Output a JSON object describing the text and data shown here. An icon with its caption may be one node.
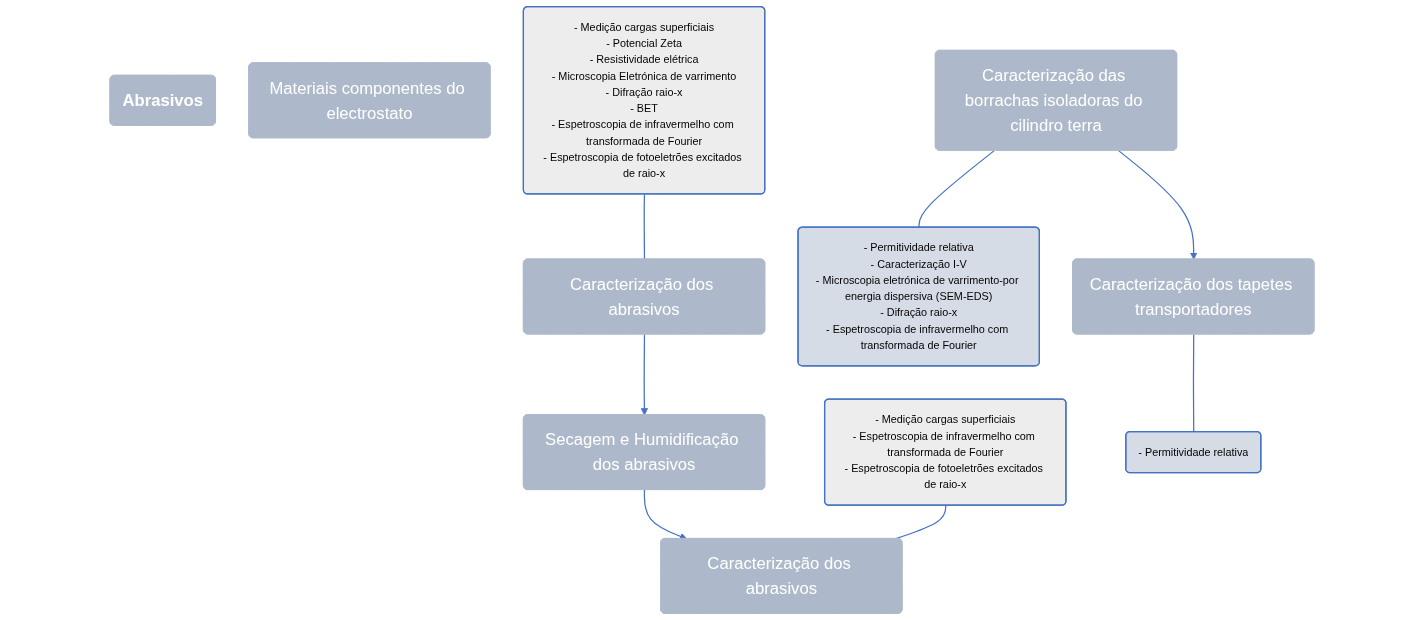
{
  "diagram": {
    "nodes": [
      {
        "text": [
          "Abrasivos"
        ]
      },
      {
        "text": [
          "Materiais componentes do electrostato"
        ]
      },
      {
        "text": [
          "- Medição cargas superficiais",
          "- Potencial Zeta",
          "- Resistividade elétrica",
          "- Microscopia Eletrónica de varrimento",
          "- Difração raio-x",
          "- BET",
          "- Espetroscopia de infravermelho com transformada de Fourier",
          "- Espetroscopia de fotoeletrões excitados de raio-x"
        ]
      },
      {
        "text": [
          "Caracterização dos abrasivos"
        ]
      },
      {
        "text": [
          "Caracterização das borrachas isoladoras do cilindro terra"
        ]
      },
      {
        "text": [
          "- Permitividade relativa",
          "- Caracterização I-V",
          "- Microscopia eletrónica de varrimento-por energia dispersiva (SEM-EDS)",
          "- Difração raio-x",
          "- Espetroscopia de infravermelho com transformada de Fourier"
        ]
      },
      {
        "text": [
          "Secagem e Humidificação dos abrasivos"
        ]
      },
      {
        "text": [
          "Caracterização dos tapetes transportadores"
        ]
      },
      {
        "text": [
          "- Medição cargas superficiais",
          "- Espetroscopia de infravermelho com transformada de Fourier",
          "- Espetroscopia de fotoeletrões excitados de raio-x"
        ]
      },
      {
        "text": [
          "Caracterização dos abrasivos"
        ]
      },
      {
        "text": [
          "- Permitividade relativa"
        ]
      }
    ],
    "edges": [
      {
        "from": 2,
        "to": 3,
        "arrow": "none"
      },
      {
        "from": 3,
        "to": 6,
        "arrow": "to"
      },
      {
        "from": 6,
        "to": 9,
        "arrow": "to"
      },
      {
        "from": 8,
        "to": 9,
        "arrow": "none"
      },
      {
        "from": 4,
        "to": 5,
        "arrow": "none"
      },
      {
        "from": 4,
        "to": 7,
        "arrow": "to"
      },
      {
        "from": 7,
        "to": 10,
        "arrow": "none"
      }
    ]
  }
}
